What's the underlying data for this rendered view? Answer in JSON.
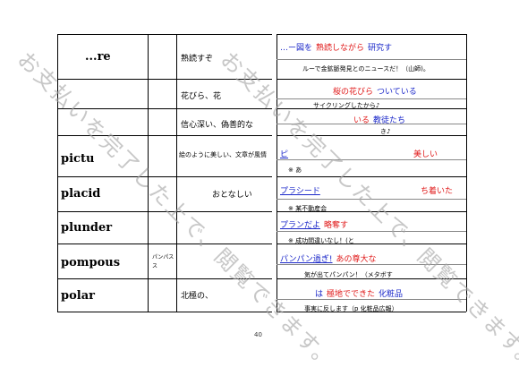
{
  "rows": [
    {
      "word": "...re",
      "kana": "",
      "meaning": "熟読すぞ",
      "example": {
        "prefix": "",
        "blue": "…ー図を",
        "red": "熟読しながら",
        "blue2": "研究す"
      },
      "note": "ルーで金鉱脈発見とのニュースだ！（山師)。"
    },
    {
      "word": "",
      "kana": "",
      "meaning": "花びら、花",
      "example": {
        "prefix": "",
        "blue": "",
        "red": "桜の花びら",
        "blue2": "ついている"
      },
      "note": "サイクリングしたから♪"
    },
    {
      "word": "",
      "kana": "",
      "meaning": "信心深い、偽善的な",
      "example": {
        "prefix": "",
        "blue": "",
        "red": "いる",
        "blue2": "教徒たち"
      },
      "note": "き♪"
    },
    {
      "word": "pictu",
      "kana": "",
      "meaning": "絵のように美しい、文章が風情",
      "example": {
        "prefix": "ピ",
        "blue": "",
        "red": "美しい",
        "blue2": ""
      },
      "note": "※ あ"
    },
    {
      "word": "placid",
      "kana": "",
      "meaning": "おとなしい",
      "example": {
        "prefix": "",
        "blue": "プラシード",
        "red": "ち着いた",
        "blue2": ""
      },
      "note": "※ 某不動産会"
    },
    {
      "word": "plunder",
      "kana": "",
      "meaning": "",
      "example": {
        "prefix": "",
        "blue": "プランだよ",
        "red": "略奪す",
        "blue2": ""
      },
      "note": "※ 成功間違いなし！(と"
    },
    {
      "word": "pompous",
      "kana": "パンパス",
      "meaning": "",
      "example": {
        "prefix": "",
        "blue": "パンパン過ぎ!",
        "red": "あの尊大な",
        "blue2": ""
      },
      "note": "気が出てパンパン！（メタボす"
    },
    {
      "word": "polar",
      "kana": "",
      "meaning": "北極の、",
      "example": {
        "prefix": "",
        "blue": "は",
        "red": "極地でできた",
        "blue2": "化粧品"
      },
      "note": "事実に反します（p 化粧品広報）"
    }
  ],
  "page_number": "40",
  "watermark": "お支払いを完了した上で、閲覧できます。"
}
